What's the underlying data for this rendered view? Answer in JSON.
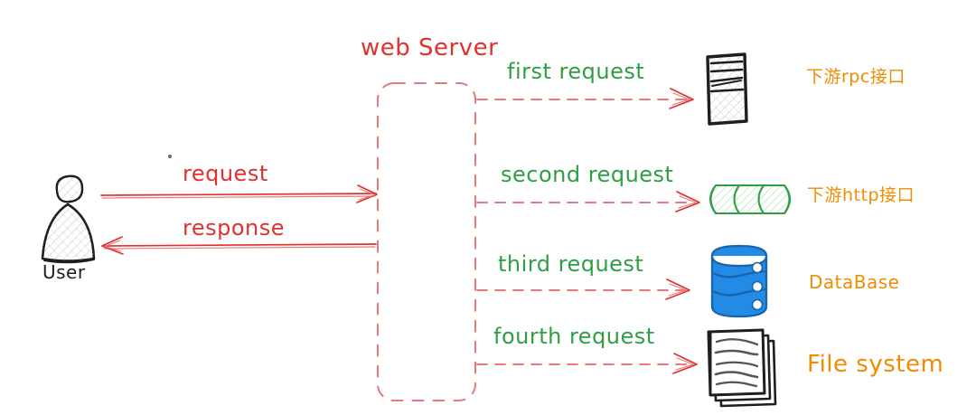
{
  "diagram": {
    "title": "web Server",
    "title_color": "#e03131",
    "actor": {
      "label": "User",
      "icon": "user-avatar-icon"
    },
    "client_arrows": [
      {
        "label": "request",
        "direction": "right",
        "color": "#e03131"
      },
      {
        "label": "response",
        "direction": "left",
        "color": "#e03131"
      }
    ],
    "server": {
      "name": "web-server-box",
      "stroke": "#e03131",
      "style": "dashed-rounded-rectangle"
    },
    "flows": [
      {
        "arrow_label": "first request",
        "target_label": "下游rpc接口",
        "target_icon": "server-rack-icon",
        "label_color": "#2f9e44",
        "target_color": "#f08c00"
      },
      {
        "arrow_label": "second request",
        "target_label": "下游http接口",
        "target_icon": "pipe-cylinder-icon",
        "label_color": "#2f9e44",
        "target_color": "#f08c00"
      },
      {
        "arrow_label": "third request",
        "target_label": "DataBase",
        "target_icon": "database-cylinder-icon",
        "label_color": "#2f9e44",
        "target_color": "#f08c00"
      },
      {
        "arrow_label": "fourth request",
        "target_label": "File system",
        "target_icon": "document-stack-icon",
        "label_color": "#2f9e44",
        "target_color": "#f08c00"
      }
    ]
  }
}
